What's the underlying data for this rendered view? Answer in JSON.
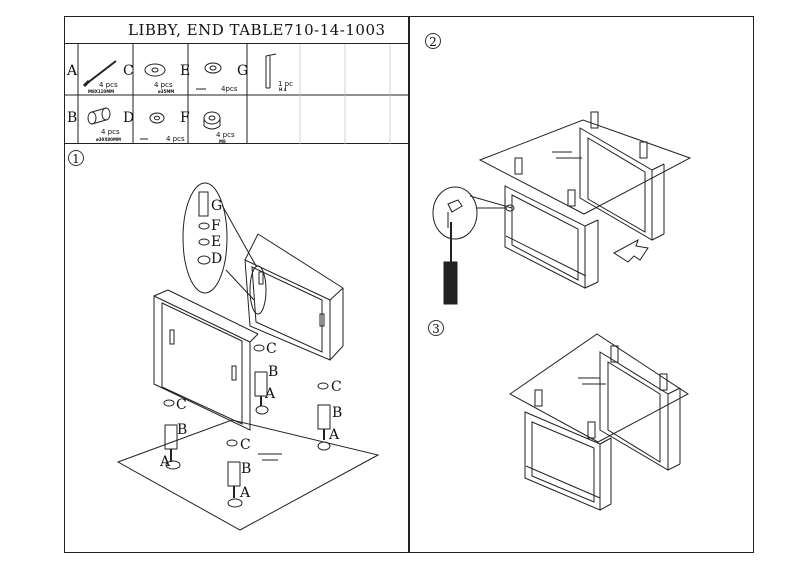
{
  "title": {
    "name": "LIBBY, END TABLE",
    "code": "710-14-1003"
  },
  "parts": [
    {
      "letter": "A",
      "qty": "4 pcs",
      "size": "M8X110MM"
    },
    {
      "letter": "B",
      "qty": "4 pcs",
      "size": "ø30X80MM"
    },
    {
      "letter": "C",
      "qty": "4 pcs",
      "size": "ø35MM"
    },
    {
      "letter": "D",
      "qty": "4 pcs",
      "size": ""
    },
    {
      "letter": "E",
      "qty": "4pcs",
      "size": ""
    },
    {
      "letter": "F",
      "qty": "4 pcs",
      "size": "M8"
    },
    {
      "letter": "G",
      "qty": "1 pc",
      "size": "H 4"
    }
  ],
  "steps": {
    "one": "1",
    "two": "2",
    "three": "3"
  },
  "callouts": {
    "G": "G",
    "F": "F",
    "E": "E",
    "D": "D",
    "C": "C",
    "B": "B",
    "A": "A"
  }
}
